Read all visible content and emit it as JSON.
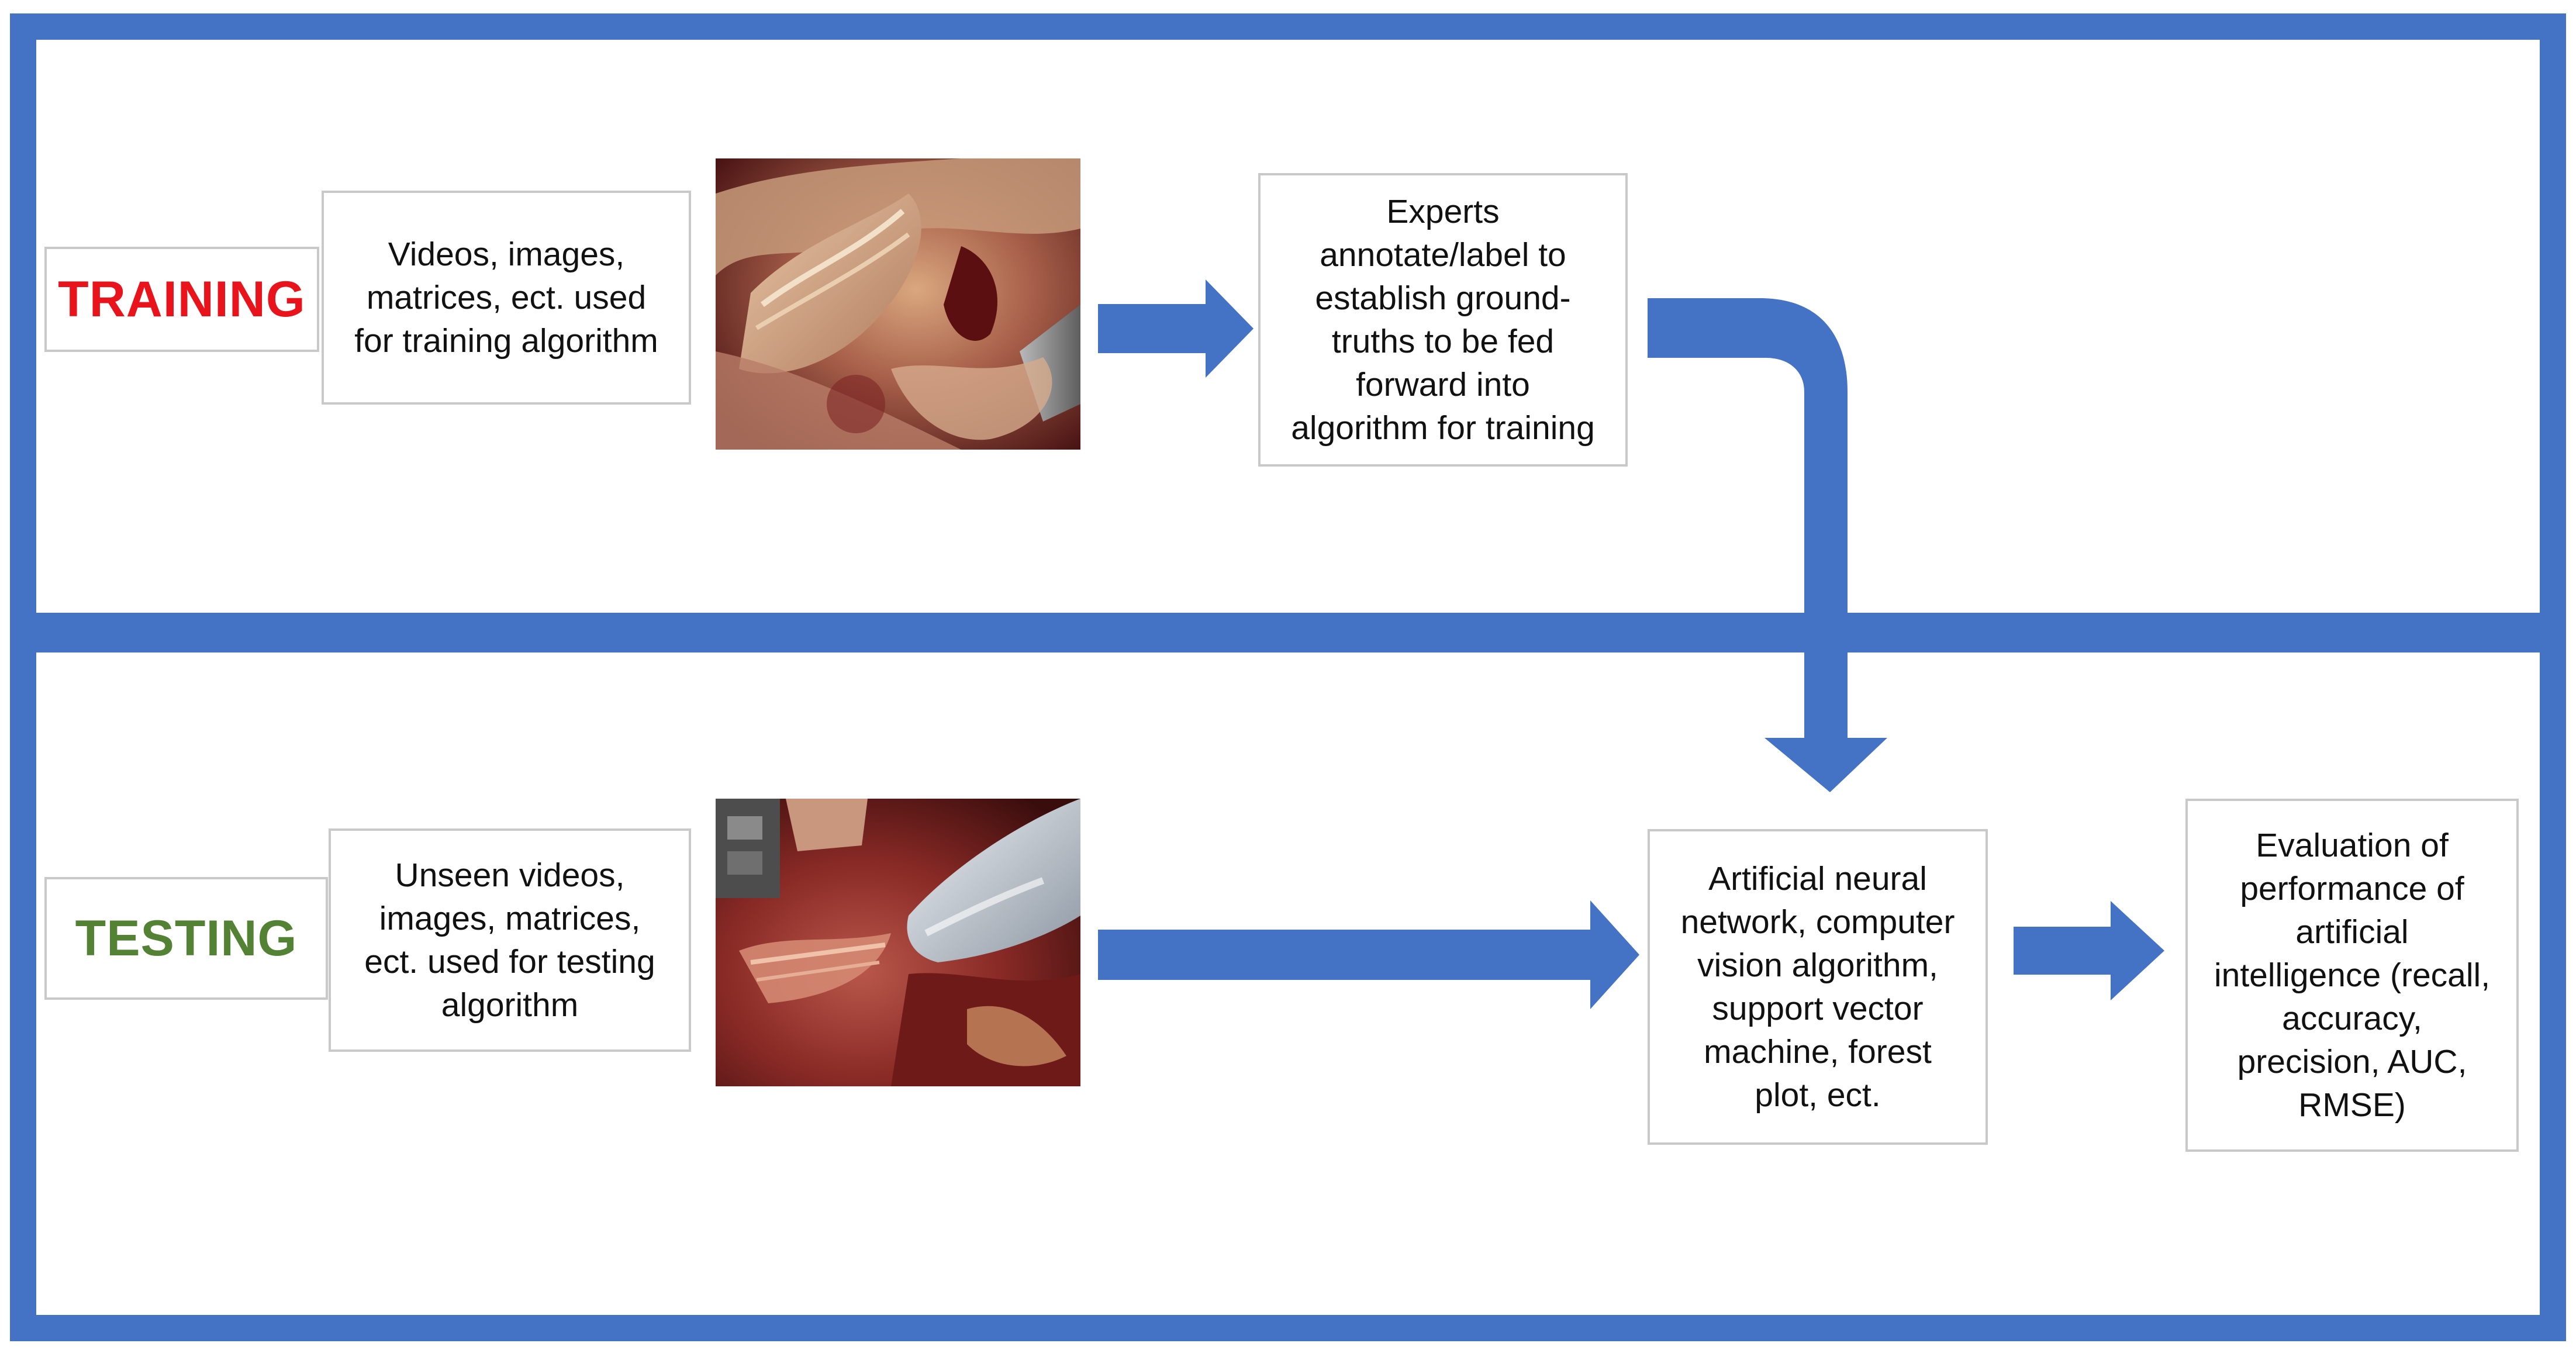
{
  "training": {
    "label": "TRAINING",
    "label_color": "#E8131B",
    "input_text": "Videos, images,\nmatrices, ect. used\nfor training algorithm",
    "image_icon": "surgical-scene-image",
    "annotate_text": "Experts\nannotate/label to\nestablish ground-\ntruths to be fed\nforward into\nalgorithm for training"
  },
  "testing": {
    "label": "TESTING",
    "label_color": "#548235",
    "input_text": "Unseen videos,\nimages, matrices,\nect. used for testing\nalgorithm",
    "image_icon": "surgical-instrument-image",
    "algorithm_text": "Artificial neural\nnetwork, computer\nvision algorithm,\nsupport vector\nmachine, forest\nplot, ect.",
    "evaluation_text": "Evaluation of\nperformance of\nartificial\nintelligence (recall,\naccuracy,\nprecision, AUC,\nRMSE)"
  },
  "colors": {
    "frame": "#4472C4",
    "arrow": "#4472C4",
    "box_border": "#C9C9C9"
  }
}
